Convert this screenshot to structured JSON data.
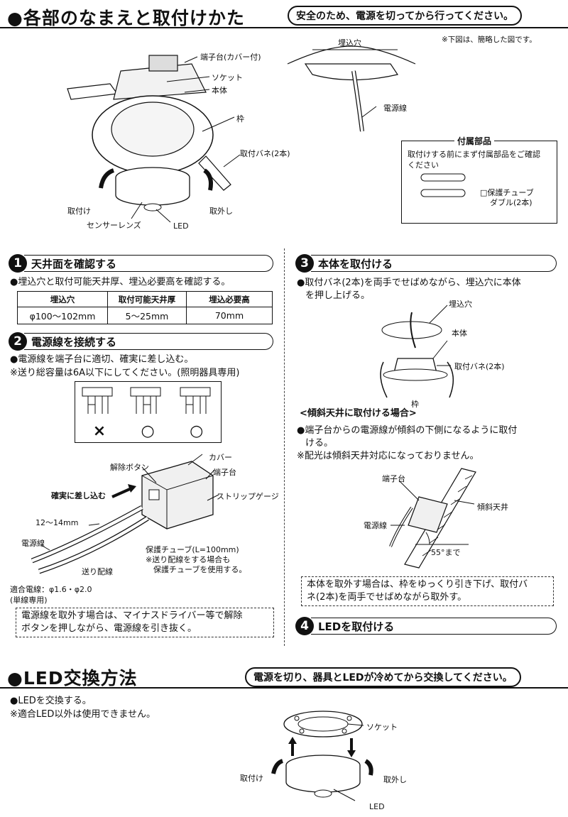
{
  "header": {
    "title": "●各部のなまえと取付けかた",
    "notice": "安全のため、電源を切ってから行ってください。",
    "note": "※下図は、簡略した図です。"
  },
  "parts_diagram": {
    "terminal_block": "端子台(カバー付)",
    "socket": "ソケット",
    "main_body": "本体",
    "frame": "枠",
    "spring": "取付バネ(2本)",
    "attach": "取付け",
    "detach": "取外し",
    "sensor": "センサーレンズ",
    "led": "LED"
  },
  "hole_diagram": {
    "hole": "埋込穴",
    "cable": "電源線"
  },
  "accessories": {
    "title": "付属部品",
    "desc_line1": "取付けする前にまず付属部品をご確認",
    "desc_line2": "ください",
    "tube_line1": "□保護チューブ",
    "tube_line2": "ダブル(2本)"
  },
  "step1": {
    "num": "1",
    "title": "天井面を確認する",
    "desc": "●埋込穴と取付可能天井厚、埋込必要高を確認する。",
    "table": {
      "headers": [
        "埋込穴",
        "取付可能天井厚",
        "埋込必要高"
      ],
      "row": [
        "φ100〜102mm",
        "5〜25mm",
        "70mm"
      ]
    }
  },
  "step2": {
    "num": "2",
    "title": "電源線を接続する",
    "desc1": "●電源線を端子台に適切、確実に差し込む。",
    "desc2": "※送り総容量は6A以下にしてください。(照明器具専用)",
    "marks": [
      "×",
      "○",
      "○"
    ],
    "labels": {
      "release": "解除ボタン",
      "cover": "カバー",
      "terminal": "端子台",
      "insert": "確実に差し込む",
      "strip": "ストリップゲージ",
      "length": "12〜14mm",
      "power": "電源線",
      "tube": "保護チューブ(L=100mm)",
      "tube_note1": "※送り配線をする場合も",
      "tube_note2": "保護チューブを使用する。",
      "feed": "送り配線",
      "wire1": "適合電線：φ1.6・φ2.0",
      "wire2": "(単線専用)"
    },
    "note1": "電源線を取外す場合は、マイナスドライバー等で解除",
    "note2": "ボタンを押しながら、電源線を引き抜く。"
  },
  "step3": {
    "num": "3",
    "title": "本体を取付ける",
    "desc1": "●取付バネ(2本)を両手でせばめながら、埋込穴に本体",
    "desc2": "を押し上げる。",
    "labels": {
      "hole": "埋込穴",
      "body": "本体",
      "spring": "取付バネ(2本)",
      "frame": "枠"
    },
    "slope_title": "<傾斜天井に取付ける場合>",
    "slope1": "●端子台からの電源線が傾斜の下側になるように取付",
    "slope2": "ける。",
    "slope3": "※配光は傾斜天井対応になっておりません。",
    "slope_labels": {
      "terminal": "端子台",
      "ceiling": "傾斜天井",
      "power": "電源線",
      "angle": "55°まで"
    },
    "remove1": "本体を取外す場合は、枠をゆっくり引き下げ、取付バ",
    "remove2": "ネ(2本)を両手でせばめながら取外す。"
  },
  "step4": {
    "num": "4",
    "title": "LEDを取付ける"
  },
  "led_section": {
    "title": "●LED交換方法",
    "notice": "電源を切り、器具とLEDが冷めてから交換してください。",
    "desc1": "●LEDを交換する。",
    "desc2": "※適合LED以外は使用できません。",
    "labels": {
      "socket": "ソケット",
      "attach": "取付け",
      "detach": "取外し",
      "led": "LED"
    }
  }
}
